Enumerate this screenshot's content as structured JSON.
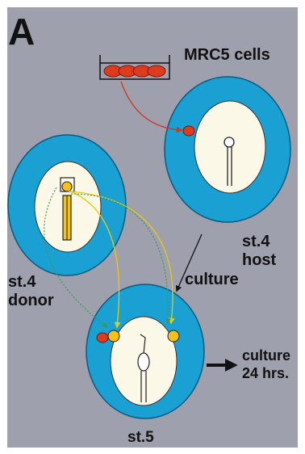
{
  "panel_letter": "A",
  "labels": {
    "cells": "MRC5 cells",
    "host_stage": "st.4",
    "host_word": "host",
    "culture": "culture",
    "donor_stage": "st.4",
    "donor_word": "donor",
    "culture_24_a": "culture",
    "culture_24_b": "24 hrs.",
    "result_stage": "st.5"
  },
  "colors": {
    "background": "#9ea0ad",
    "embryo_ring": "#1aa0d2",
    "embryo_center": "#fbf8e8",
    "cell_red": "#dd3a1e",
    "graft_yellow": "#f6c21a",
    "arrow_red": "#d8321e",
    "arrow_yellow": "#e8c814",
    "arrow_green": "#3a9a58"
  }
}
